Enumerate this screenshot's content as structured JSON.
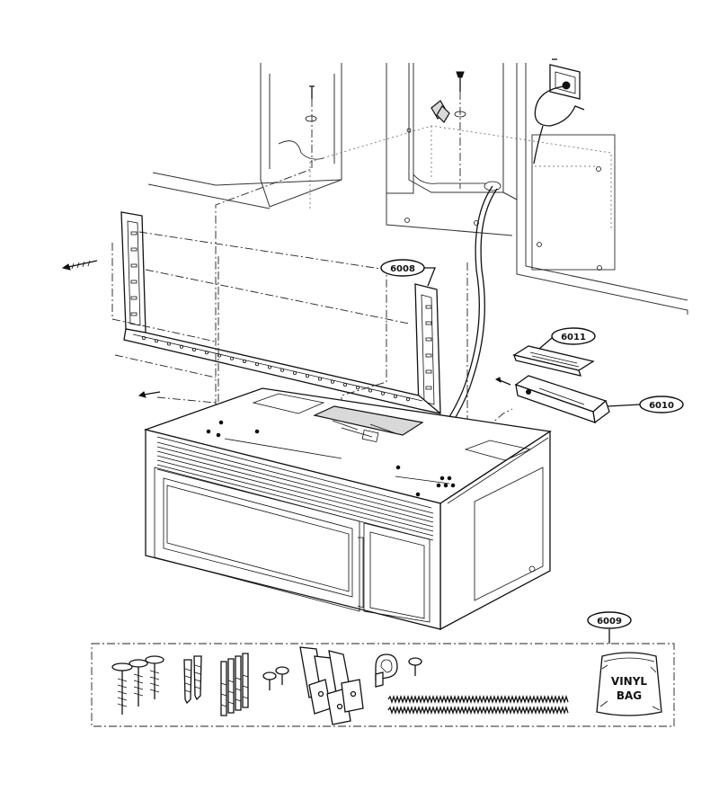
{
  "callouts": {
    "bracket": "6008",
    "kit": "6009",
    "damper_base": "6010",
    "damper_cover": "6011"
  },
  "vinyl_bag": {
    "line1": "VINYL",
    "line2": "BAG"
  }
}
